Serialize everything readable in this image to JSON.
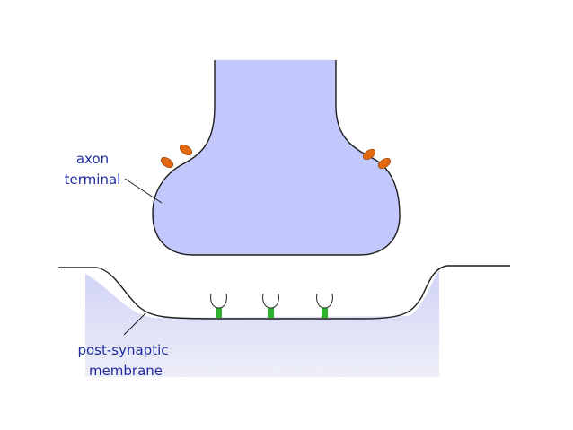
{
  "diagram": {
    "labels": {
      "axon_terminal_line1": "axon",
      "axon_terminal_line2": "terminal",
      "post_synaptic_line1": "post-synaptic",
      "post_synaptic_line2": "membrane"
    },
    "colors": {
      "axon_fill": "#c2c8fb",
      "outline": "#1e1e1e",
      "channel_fill": "#e46a12",
      "channel_stroke": "#9a4a14",
      "receptor_stem": "#2fb32f",
      "membrane_shade": "#cfd3fb",
      "label_text": "#1f2a9e"
    },
    "receptor_count": 3,
    "channel_count": 4
  }
}
